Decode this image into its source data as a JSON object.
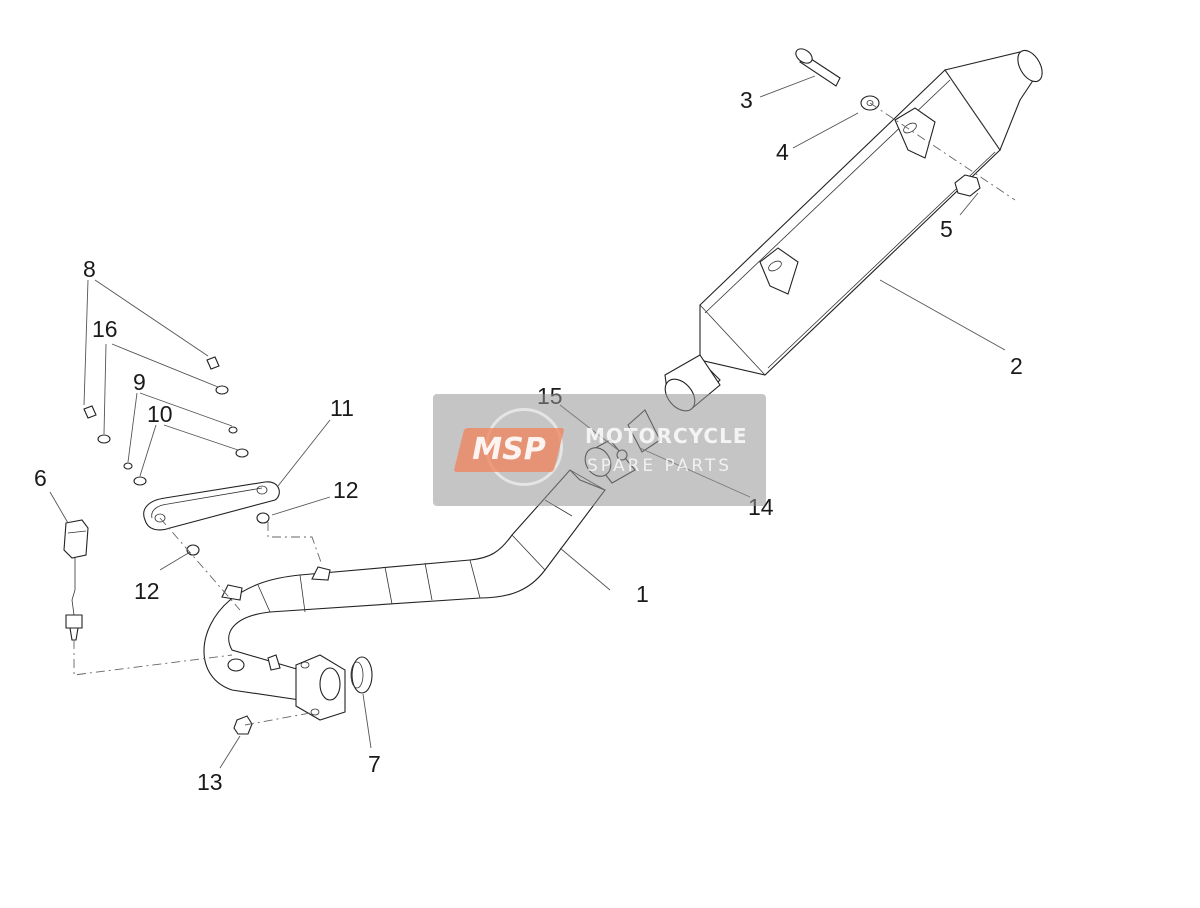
{
  "callouts": {
    "c1": "1",
    "c2": "2",
    "c3": "3",
    "c4": "4",
    "c5": "5",
    "c6": "6",
    "c7": "7",
    "c8": "8",
    "c9": "9",
    "c10": "10",
    "c11": "11",
    "c12a": "12",
    "c12b": "12",
    "c13": "13",
    "c14": "14",
    "c15": "15",
    "c16": "16"
  },
  "watermark": {
    "logo": "MSP",
    "line1": "MOTORCYCLE",
    "line2": "SPARE PARTS"
  }
}
